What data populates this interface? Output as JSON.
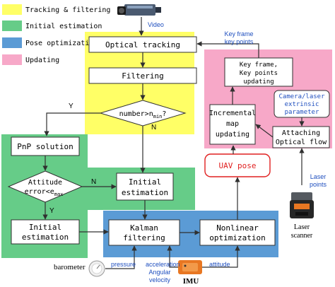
{
  "legend": {
    "items": [
      {
        "label": "Tracking & filtering",
        "color": "#ffff66"
      },
      {
        "label": "Initial estimation",
        "color": "#66cc88"
      },
      {
        "label": "Pose optimization",
        "color": "#5b9bd5"
      },
      {
        "label": "Updating",
        "color": "#f7a8c8"
      }
    ]
  },
  "nodes": {
    "optical_tracking": "Optical tracking",
    "filtering": "Filtering",
    "decision_number": "number>n",
    "decision_number_sub": "min",
    "decision_number_tail": "?",
    "pnp_solution": "PnP solution",
    "attitude_error_line1": "Attitude",
    "attitude_error_line2": "error<e",
    "attitude_error_sub": "max",
    "initial_estimation_left_line1": "Initial",
    "initial_estimation_left_line2": "estimation",
    "initial_estimation_mid_line1": "Initial",
    "initial_estimation_mid_line2": "estimation",
    "kalman_line1": "Kalman",
    "kalman_line2": "filtering",
    "nonlinear_line1": "Nonlinear",
    "nonlinear_line2": "optimization",
    "uav_pose": "UAV pose",
    "keyframe_update_line1": "Key frame,",
    "keyframe_update_line2": "Key points",
    "keyframe_update_line3": "updating",
    "incremental_line1": "Incremental",
    "incremental_line2": "map",
    "incremental_line3": "updating",
    "extrinsic_line1": "Camera/laser",
    "extrinsic_line2": "extrinsic",
    "extrinsic_line3": "parameter",
    "attaching_line1": "Attaching",
    "attaching_line2": "Optical flow"
  },
  "edge_labels": {
    "video": "Video",
    "keyframe_points_line1": "Key frame",
    "keyframe_points_line2": "key points",
    "yes_top": "Y",
    "no_mid": "N",
    "no_left": "N",
    "yes_left": "Y",
    "laser_points_line1": "Laser",
    "laser_points_line2": "points",
    "pressure": "pressure",
    "acceleration": "acceleration",
    "angular_line1": "Angular",
    "angular_line2": "velocity",
    "attitude": "attitude"
  },
  "devices": {
    "barometer": "barometer",
    "imu": "IMU",
    "laser_line1": "Laser",
    "laser_line2": "scanner"
  },
  "colors": {
    "yellow": "#ffff66",
    "green": "#66cc88",
    "blue": "#5b9bd5",
    "pink": "#f7a8c8",
    "red": "#e02020",
    "label_blue": "#1f4fbf",
    "line": "#404040"
  }
}
